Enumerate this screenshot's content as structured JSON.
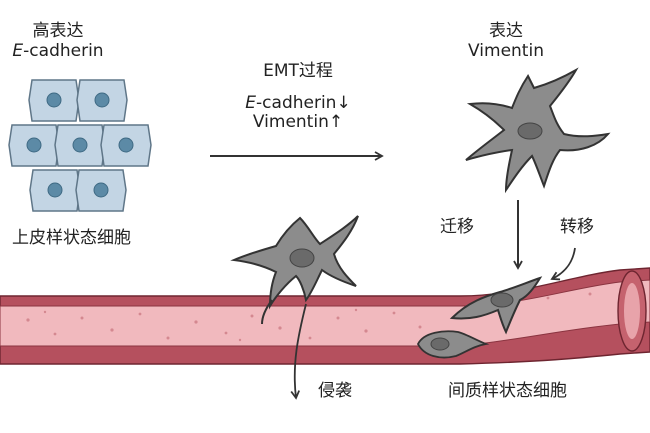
{
  "epithelial": {
    "title_line1": "高表达",
    "title_marker_italic": "E",
    "title_marker_rest": "-cadherin",
    "cell_label": "上皮样状态细胞"
  },
  "emt": {
    "process_label": "EMT过程",
    "marker1_italic": "E",
    "marker1_rest": "-cadherin↓",
    "marker2": "Vimentin↑"
  },
  "mesenchymal": {
    "title_line1": "表达",
    "title_line2": "Vimentin",
    "migration_label": "迁移",
    "metastasis_label": "转移",
    "invasion_label": "侵袭",
    "cell_label": "间质样状态细胞"
  },
  "colors": {
    "epithelial_fill": "#c3d5e4",
    "epithelial_nucleus": "#5c8aa6",
    "mesenchymal_fill": "#8c8c8c",
    "vessel_wall": "#b5505e",
    "vessel_lumen": "#f1b9be"
  }
}
